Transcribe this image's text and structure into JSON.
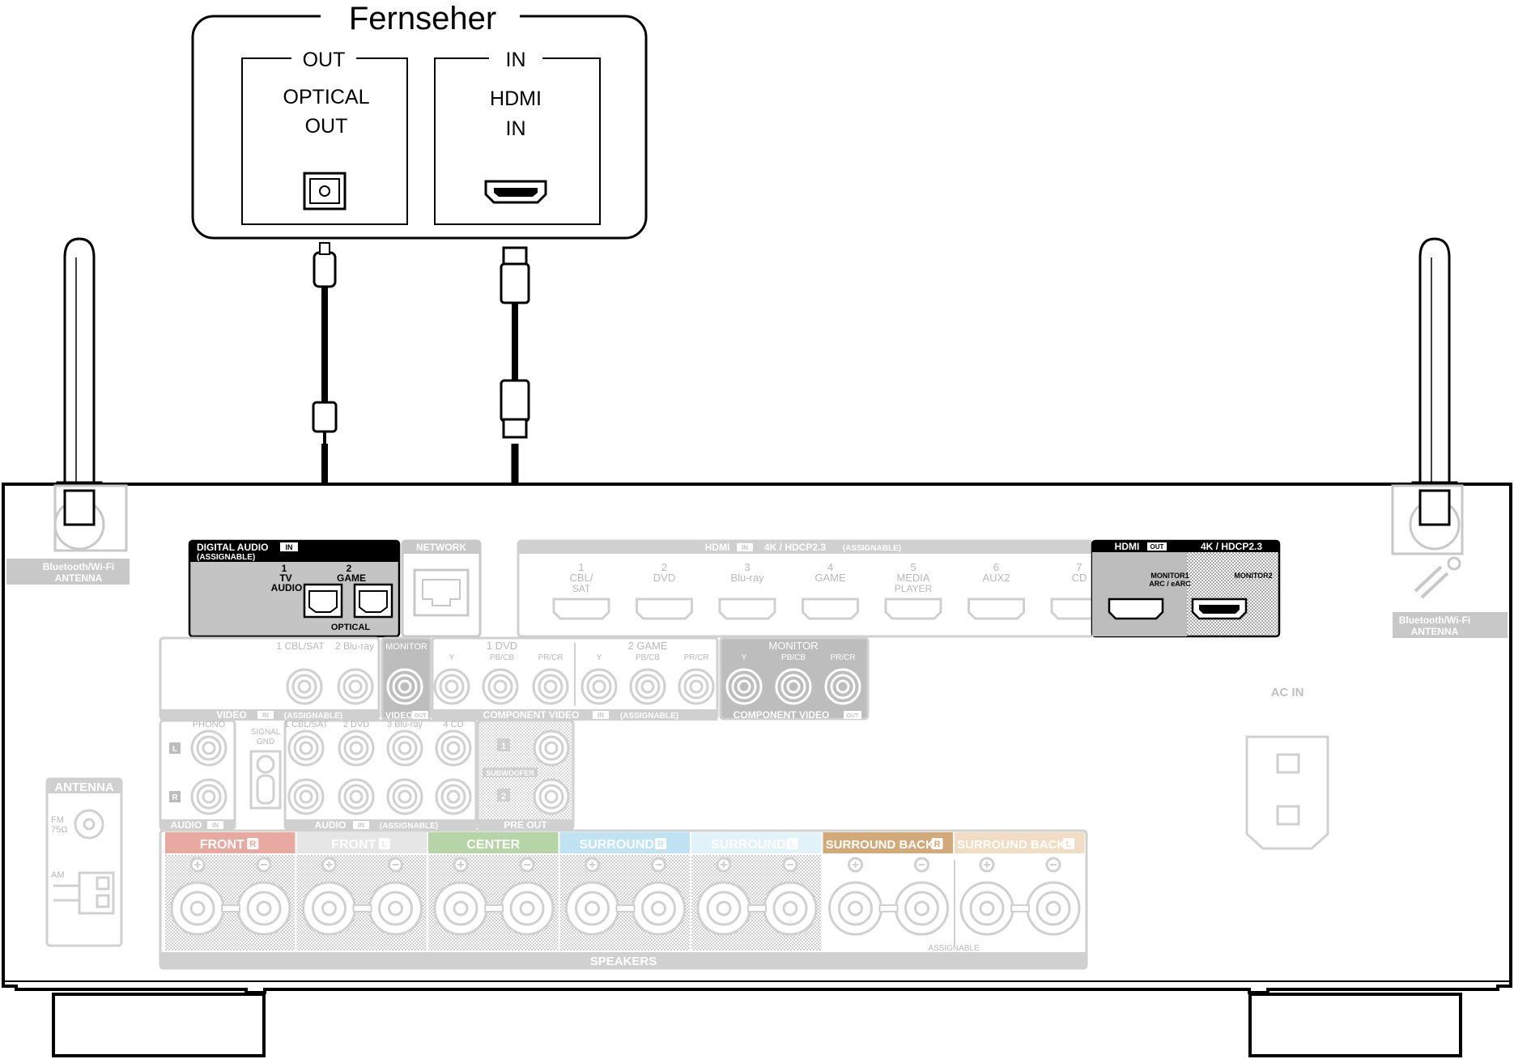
{
  "tv": {
    "title": "Fernseher",
    "out_header": "OUT",
    "optical_line1": "OPTICAL",
    "optical_line2": "OUT",
    "in_header": "IN",
    "hdmi_line1": "HDMI",
    "hdmi_line2": "IN"
  },
  "receiver": {
    "antenna_left": {
      "line1": "Bluetooth/Wi-Fi",
      "line2": "ANTENNA"
    },
    "antenna_right": {
      "line1": "Bluetooth/Wi-Fi",
      "line2": "ANTENNA"
    },
    "digital_audio": {
      "title": "DIGITAL AUDIO",
      "in_badge": "IN",
      "assignable": "(ASSIGNABLE)",
      "port1_num": "1",
      "port1_l1": "TV",
      "port1_l2": "AUDIO",
      "port2_num": "2",
      "port2_l1": "GAME",
      "footer": "OPTICAL"
    },
    "network": "NETWORK",
    "hdmi_in": {
      "title": "HDMI",
      "in_badge": "IN",
      "spec": "4K / HDCP2.3",
      "assignable": "(ASSIGNABLE)",
      "ports": [
        {
          "num": "1",
          "l1": "CBL/",
          "l2": "SAT"
        },
        {
          "num": "2",
          "l1": "DVD",
          "l2": ""
        },
        {
          "num": "3",
          "l1": "Blu-ray",
          "l2": ""
        },
        {
          "num": "4",
          "l1": "GAME",
          "l2": ""
        },
        {
          "num": "5",
          "l1": "MEDIA",
          "l2": "PLAYER"
        },
        {
          "num": "6",
          "l1": "AUX2",
          "l2": ""
        },
        {
          "num": "7",
          "l1": "CD",
          "l2": ""
        }
      ]
    },
    "hdmi_out": {
      "title": "HDMI",
      "out_badge": "OUT",
      "spec": "4K / HDCP2.3",
      "monitor1_l1": "MONITOR1",
      "monitor1_l2": "ARC / eARC",
      "monitor2": "MONITOR2"
    },
    "video_in": {
      "label1": "1 CBL/SAT",
      "label2": "2 Blu-ray",
      "footer": "VIDEO",
      "in_badge": "IN",
      "assignable": "(ASSIGNABLE)"
    },
    "video_out": {
      "monitor": "MONITOR",
      "footer": "VIDEO",
      "out_badge": "OUT"
    },
    "component_in": {
      "group1": "1 DVD",
      "group2": "2 GAME",
      "y": "Y",
      "pb": "PB/CB",
      "pr": "PR/CR",
      "footer": "COMPONENT VIDEO",
      "in_badge": "IN",
      "assignable": "(ASSIGNABLE)"
    },
    "component_out": {
      "monitor": "MONITOR",
      "y": "Y",
      "pb": "PB/CB",
      "pr": "PR/CR",
      "footer": "COMPONENT VIDEO",
      "out_badge": "OUT"
    },
    "ac_in": "AC IN",
    "phono": {
      "title": "PHONO",
      "l": "L",
      "r": "R",
      "footer": "AUDIO",
      "in_badge": "IN",
      "signal_l1": "SIGNAL",
      "signal_l2": "GND"
    },
    "audio_in": {
      "labels": [
        "1 CBL/SAT",
        "2 DVD",
        "3 Blu-ray",
        "4 CD"
      ],
      "footer": "AUDIO",
      "in_badge": "IN",
      "assignable": "(ASSIGNABLE)"
    },
    "pre_out": {
      "n1": "1",
      "n2": "2",
      "subwoofer": "SUBWOOFER",
      "footer": "PRE OUT"
    },
    "antenna_block": {
      "title": "ANTENNA",
      "fm_l1": "FM",
      "fm_l2": "75Ω",
      "am": "AM"
    },
    "speakers": {
      "groups": [
        {
          "label": "FRONT",
          "badge": "R",
          "color": "#e8a9a0"
        },
        {
          "label": "FRONT",
          "badge": "L",
          "color": "#e6e6e6"
        },
        {
          "label": "CENTER",
          "badge": "",
          "color": "#b6d5a6"
        },
        {
          "label": "SURROUND",
          "badge": "R",
          "color": "#bfe3f2"
        },
        {
          "label": "SURROUND",
          "badge": "L",
          "color": "#e2f2f9"
        },
        {
          "label": "SURROUND BACK",
          "badge": "R",
          "color": "#d4a97a"
        },
        {
          "label": "SURROUND BACK",
          "badge": "L",
          "color": "#f2dcc4"
        }
      ],
      "assignable": "ASSIGNABLE",
      "footer": "SPEAKERS"
    }
  }
}
